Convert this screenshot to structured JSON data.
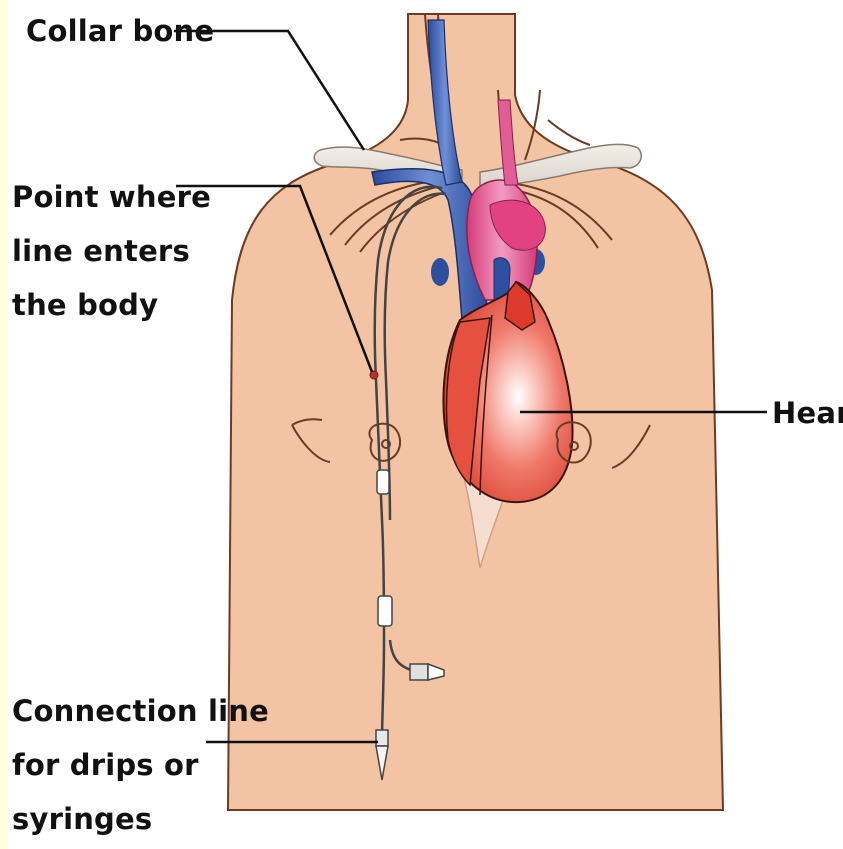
{
  "labels": {
    "collar_bone": "Collar bone",
    "entry_point": [
      "Point where",
      "line enters",
      "the body"
    ],
    "heart": "Heart",
    "connection_line": [
      "Connection line",
      "for drips or",
      "syringes"
    ]
  },
  "colors": {
    "background": "#ffffff",
    "left_edge_strip": "#fffde0",
    "skin": "#f2c4a3",
    "skin_outline": "#6b3b24",
    "bone": "#e9e3dc",
    "vein_blue": "#3154a8",
    "artery_pink": "#e04a86",
    "heart_red": "#e5503d",
    "catheter": "#444444",
    "leader_line": "#111111"
  },
  "icons": [
    "catheter-tube",
    "syringe-connector"
  ]
}
